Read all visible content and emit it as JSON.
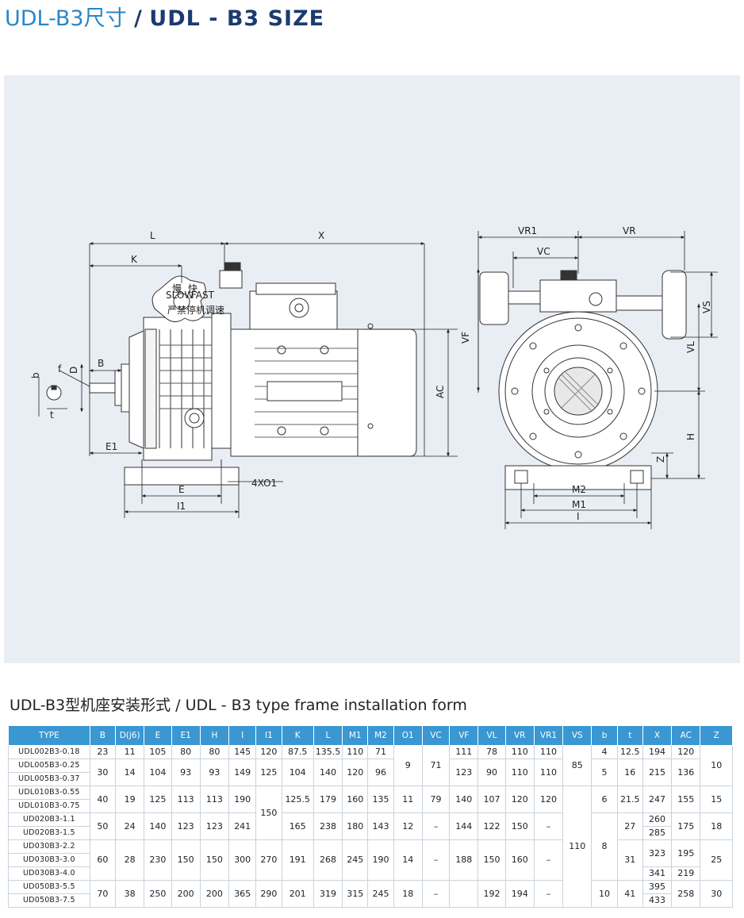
{
  "header": {
    "title_zh": "UDL-B3尺寸",
    "title_sep": " / ",
    "title_en": "UDL - B3 SIZE"
  },
  "drawing": {
    "plate_slow": "慢",
    "plate_fast": "快",
    "plate_slow_en": "SLOW",
    "plate_fast_en": "FAST",
    "plate_brand": "严禁停机调速",
    "labels": {
      "L": "L",
      "X": "X",
      "K": "K",
      "B": "B",
      "D": "D",
      "f": "f",
      "b": "b",
      "t": "t",
      "E1": "E1",
      "E": "E",
      "I1": "I1",
      "holes": "4XO1",
      "AC": "AC",
      "VR1": "VR1",
      "VR": "VR",
      "VC": "VC",
      "VF": "VF",
      "VS": "VS",
      "VL": "VL",
      "H": "H",
      "Z": "Z",
      "M2": "M2",
      "M1": "M1",
      "I": "I"
    }
  },
  "section": {
    "subtitle": "UDL-B3型机座安装形式 / UDL - B3 type frame installation form"
  },
  "table": {
    "headers": [
      "TYPE",
      "B",
      "D(j6)",
      "E",
      "E1",
      "H",
      "I",
      "I1",
      "K",
      "L",
      "M1",
      "M2",
      "O1",
      "VC",
      "VF",
      "VL",
      "VR",
      "VR1",
      "VS",
      "b",
      "t",
      "X",
      "AC",
      "Z"
    ],
    "types": [
      "UDL002B3-0.18",
      "UDL005B3-0.25",
      "UDL005B3-0.37",
      "UDL010B3-0.55",
      "UDL010B3-0.75",
      "UD020B3-1.1",
      "UD020B3-1.5",
      "UD030B3-2.2",
      "UD030B3-3.0",
      "UD030B3-4.0",
      "UD050B3-5.5",
      "UD050B3-7.5"
    ],
    "cells": {
      "g1": {
        "B": "23",
        "D": "11",
        "E": "105",
        "E1": "80",
        "H": "80",
        "I": "145",
        "I1": "120",
        "K": "87.5",
        "L": "135.5",
        "M1": "110",
        "M2": "71",
        "VF": "111",
        "VL": "78",
        "VR": "110",
        "VR1": "110",
        "b": "4",
        "t": "12.5",
        "X": "194",
        "AC": "120"
      },
      "g2": {
        "B": "30",
        "D": "14",
        "E": "104",
        "E1": "93",
        "H": "93",
        "I": "149",
        "I1": "125",
        "K": "104",
        "L": "140",
        "M1": "120",
        "M2": "96",
        "VF": "123",
        "VL": "90",
        "VR": "110",
        "VR1": "110",
        "b": "5",
        "t": "16",
        "X": "215",
        "AC": "136"
      },
      "g12": {
        "O1": "9",
        "VC": "71",
        "VS": "85",
        "Z": "10"
      },
      "g3": {
        "B": "40",
        "D": "19",
        "E": "125",
        "E1": "113",
        "H": "113",
        "I": "190",
        "K": "125.5",
        "L": "179",
        "M1": "160",
        "M2": "135",
        "O1": "11",
        "VC": "79",
        "VF": "140",
        "VL": "107",
        "VR": "120",
        "VR1": "120",
        "b": "6",
        "t": "21.5",
        "X": "247",
        "AC": "155",
        "Z": "15"
      },
      "I1_34": "150",
      "g4": {
        "B": "50",
        "D": "24",
        "E": "140",
        "E1": "123",
        "H": "123",
        "I": "241",
        "K": "165",
        "L": "238",
        "M1": "180",
        "M2": "143",
        "O1": "12",
        "VC": "–",
        "VF": "144",
        "VL": "122",
        "VR": "150",
        "VR1": "–",
        "t": "27",
        "X_a": "260",
        "X_b": "285",
        "AC": "175",
        "Z": "18"
      },
      "g5": {
        "B": "60",
        "D": "28",
        "E": "230",
        "E1": "150",
        "H": "150",
        "I": "300",
        "I1": "270",
        "K": "191",
        "L": "268",
        "M1": "245",
        "M2": "190",
        "O1": "14",
        "VC": "–",
        "VF": "188",
        "VL": "150",
        "VR": "160",
        "VR1": "–",
        "t": "31",
        "X_a": "323",
        "X_b": "341",
        "AC_a": "195",
        "AC_b": "219",
        "Z": "25"
      },
      "g6": {
        "B": "70",
        "D": "38",
        "E": "250",
        "E1": "200",
        "H": "200",
        "I": "365",
        "I1": "290",
        "K": "201",
        "L": "319",
        "M1": "315",
        "M2": "245",
        "O1": "18",
        "VC": "–",
        "VF": "",
        "VL": "192",
        "VR": "194",
        "VR1": "–",
        "b": "10",
        "t": "41",
        "X_a": "395",
        "X_b": "433",
        "AC": "258",
        "Z": "30"
      },
      "VS_big": "110",
      "b_big": "8"
    }
  }
}
